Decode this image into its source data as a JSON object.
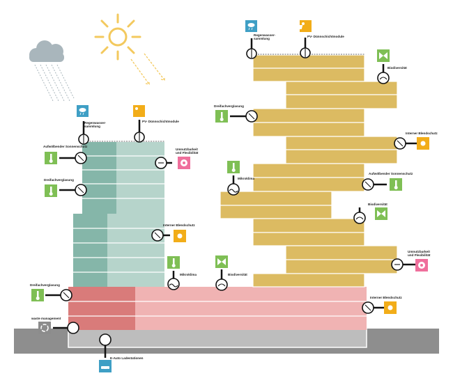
{
  "colors": {
    "teal_dark": "#85b6a9",
    "teal_light": "#b6d4cb",
    "gold": "#dcbb62",
    "red_dark": "#d97b7a",
    "pink": "#f0b3b3",
    "ground": "#8e8e8e",
    "basement": "#bdbdbd",
    "icon_blue": "#3f9fc5",
    "icon_green": "#7fbf55",
    "icon_orange": "#f2ad19",
    "icon_pink": "#ef6f9c",
    "icon_gray": "#8c8c8c",
    "sun": "#f3c95e",
    "cloud": "#a9b6bc"
  },
  "labels": {
    "regen_left": "Regenwasser-\nsammlung",
    "pv_left": "PV- Dünnschichtmodule",
    "sonnenschutz_left": "Aufwölbender Sonnenschutz",
    "dreifach_left_1": "Dreifachverglasung",
    "umnutz_left": "Umnutzbarkeit\nund Flexibilität",
    "blend_left": "Interner Blendschutz",
    "mikro_left": "Mikroklima",
    "bio_left": "Biodiversität",
    "dreifach_left_2": "Dreifachverglasung",
    "waste": "waste management",
    "eauto": "E-Auto Ladestationen",
    "regen_right": "Regenwasser-\nsammlung",
    "pv_right": "PV- Dünnschichtmodule",
    "bio_right_1": "Biodiversität",
    "dreifach_right": "Dreifachverglasung",
    "blend_right_1": "Interner Blendschutz",
    "mikro_right": "Mikroklima",
    "sonnenschutz_right": "Aufwölbender Sonnenschutz",
    "bio_right_2": "Biodiversität",
    "umnutz_right": "Umnutzbarkeit\nund Flexibilität",
    "blend_right_2": "Interner Blendschutz"
  }
}
